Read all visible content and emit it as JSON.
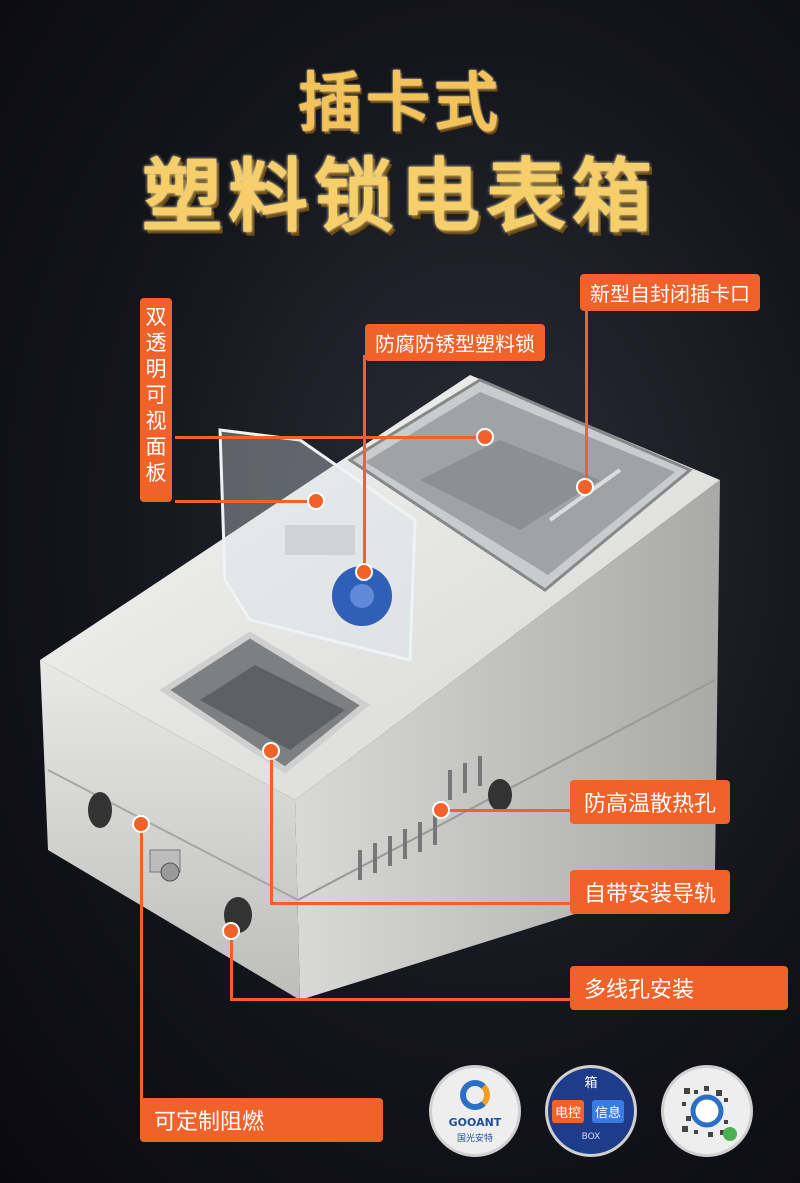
{
  "title": {
    "line1": "插卡式",
    "line2": "塑料锁电表箱"
  },
  "callouts": {
    "double_panel": "双透明可视面板",
    "lock": "防腐防锈型塑料锁",
    "card_slot": "新型自封闭插卡口",
    "vents": "防高温散热孔",
    "rail": "自带安装导轨",
    "holes": "多线孔安装",
    "flame": "可定制阻燃"
  },
  "badges": {
    "brand_logo": "GOOANT",
    "brand_sub": "国光安特",
    "info_left": "电控",
    "info_right": "信息",
    "info_top": "箱",
    "info_bottom": "BOX"
  },
  "colors": {
    "accent": "#f0622a",
    "title": "#f3c35a",
    "background": "#14151b"
  }
}
